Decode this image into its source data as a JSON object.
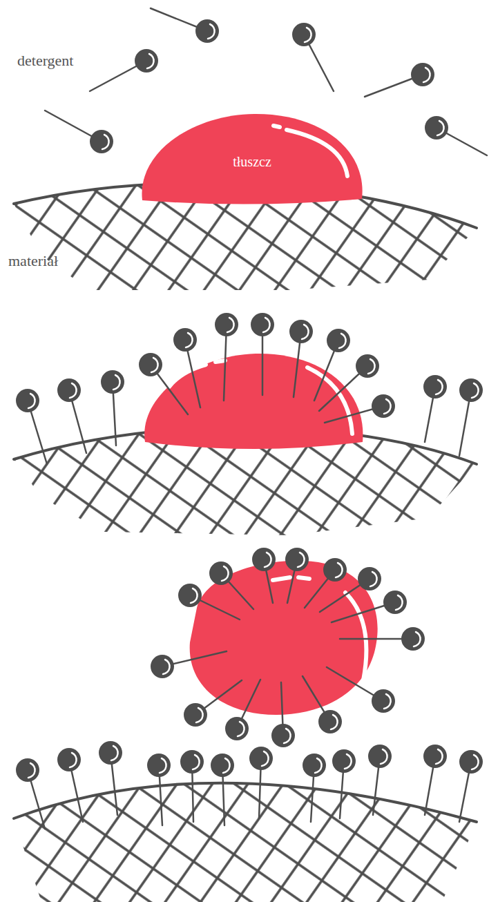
{
  "diagram": {
    "nodes": [
      {
        "text": [
          "tłuszcz"
        ]
      }
    ],
    "labels": [
      "detergent",
      "materiał"
    ]
  }
}
